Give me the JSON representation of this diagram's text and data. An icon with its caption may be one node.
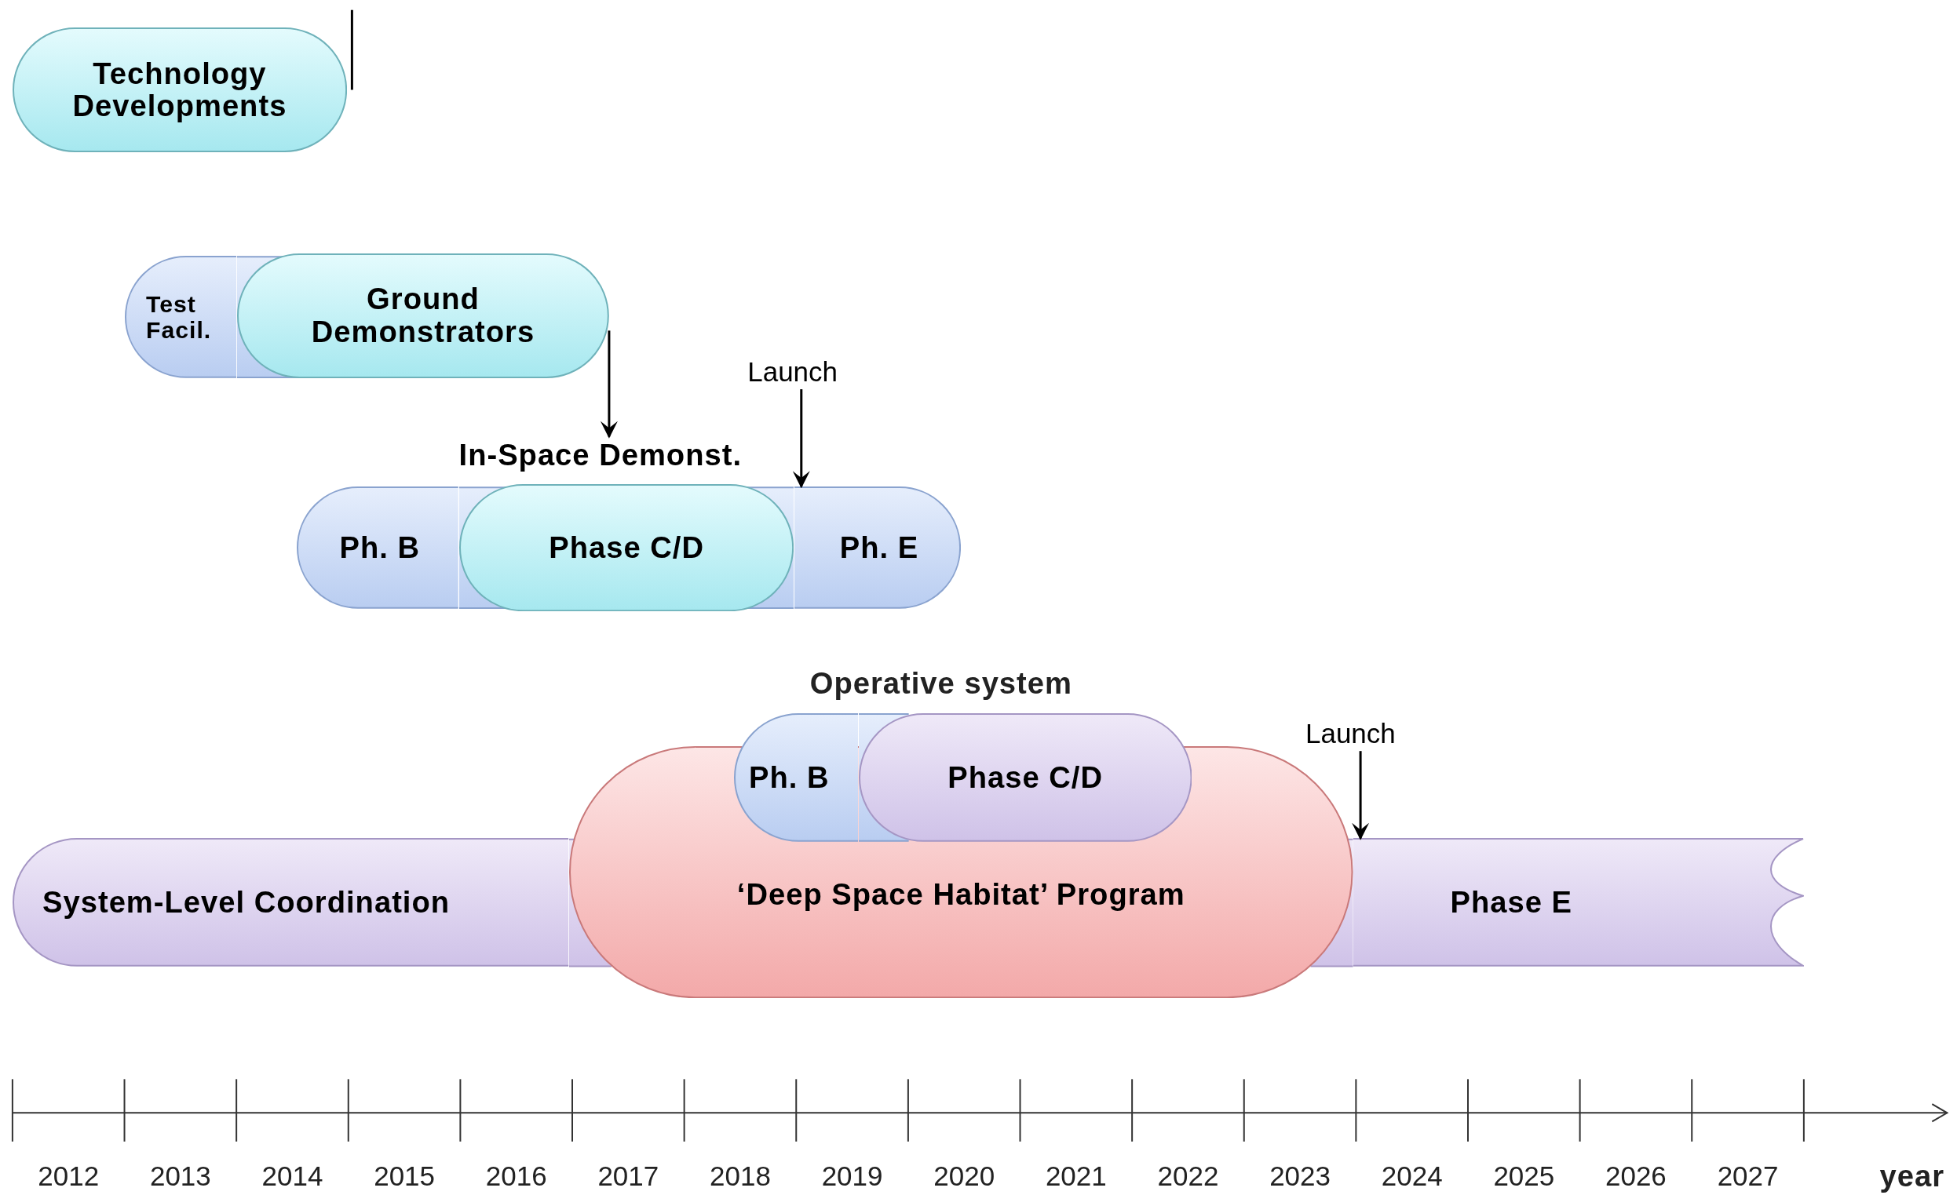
{
  "diagram": {
    "nodes": [
      {
        "text": [
          "Technology Developments"
        ]
      },
      {
        "text": [
          "Test Facil."
        ]
      },
      {
        "text": [
          "Ground Demonstrators"
        ]
      },
      {
        "text": [
          "Launch"
        ]
      },
      {
        "text": [
          "In-Space Demonst."
        ]
      },
      {
        "text": [
          "Ph. B"
        ]
      },
      {
        "text": [
          "Phase C/D"
        ]
      },
      {
        "text": [
          "Ph. E"
        ]
      },
      {
        "text": [
          "Launch"
        ]
      },
      {
        "text": [
          "Ph. B"
        ]
      },
      {
        "text": [
          "Phase C/D"
        ]
      },
      {
        "text": [
          "System-Level Coordination"
        ]
      },
      {
        "text": [
          "‘Deep Space Habitat’ Program"
        ]
      },
      {
        "text": [
          "Phase E"
        ]
      }
    ],
    "edges": [
      {
        "from": null,
        "to": 0,
        "arrow": "none"
      },
      {
        "from": 2,
        "to": 4,
        "arrow": "to"
      },
      {
        "from": 3,
        "to": 7,
        "arrow": "to"
      },
      {
        "from": 8,
        "to": 13,
        "arrow": "to"
      }
    ],
    "labels": [
      "Operative system",
      "2012",
      "2013",
      "2014",
      "2015",
      "2016",
      "2017",
      "2018",
      "2019",
      "2020",
      "2021",
      "2022",
      "2023",
      "2024",
      "2025",
      "2026",
      "2027",
      "year"
    ]
  }
}
